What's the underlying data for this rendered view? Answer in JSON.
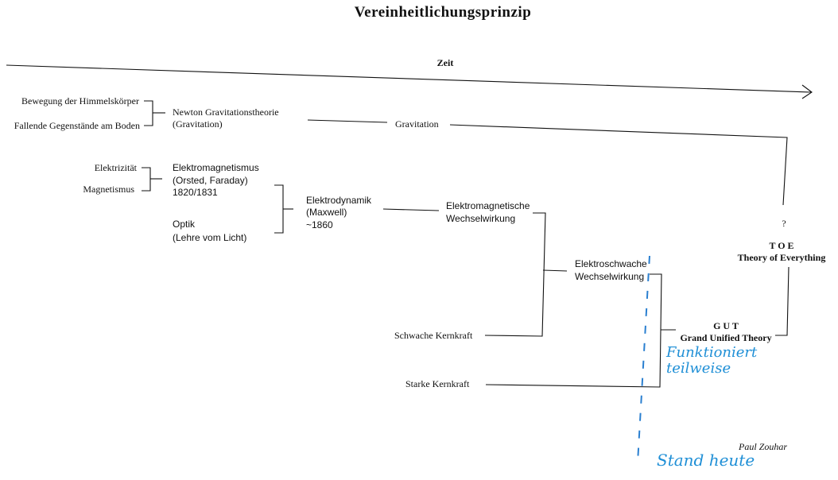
{
  "title": "Vereinheitlichungsprinzip",
  "timeline_label": "Zeit",
  "gravity_branch": {
    "source_top": "Bewegung der Himmelskörper",
    "source_bottom": "Fallende Gegenstände am Boden",
    "theory_line1": "Newton Gravitationstheorie",
    "theory_line2": "(Gravitation)",
    "result": "Gravitation"
  },
  "em_branch": {
    "source_top": "Elektrizität",
    "source_bottom": "Magnetismus",
    "em_line1": "Elektromagnetismus",
    "em_line2": "(Orsted, Faraday)",
    "em_line3": "1820/1831",
    "optics_line1": "Optik",
    "optics_line2": "(Lehre vom Licht)",
    "electrodynamics_line1": "Elektrodynamik",
    "electrodynamics_line2": "(Maxwell)",
    "electrodynamics_line3": "~1860",
    "interaction_line1": "Elektromagnetische",
    "interaction_line2": "Wechselwirkung"
  },
  "weak_force": "Schwache Kernkraft",
  "electroweak_line1": "Elektroschwache",
  "electroweak_line2": "Wechselwirkung",
  "strong_force": "Starke Kernkraft",
  "gut": {
    "abbr": "G U T",
    "name": "Grand Unified Theory"
  },
  "toe": {
    "question": "?",
    "abbr": "T O E",
    "name": "Theory of Everything"
  },
  "handwritten_note_line1": "Funktioniert",
  "handwritten_note_line2": "teilweise",
  "handwritten_bottom": "Stand heute",
  "author": "Paul Zouhar"
}
